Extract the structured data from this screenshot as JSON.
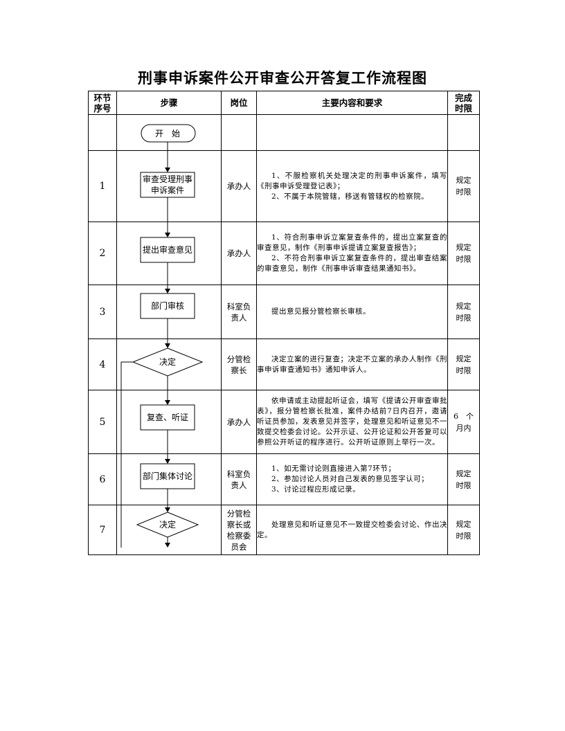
{
  "title": "刑事申诉案件公开审查公开答复工作流程图",
  "headers": {
    "seq": [
      "环节",
      "序号"
    ],
    "step": "步骤",
    "post": "岗位",
    "content": "主要内容和要求",
    "time": [
      "完成",
      "时限"
    ]
  },
  "start_label": "开　始",
  "rows": [
    {
      "num": "1",
      "step": [
        "审查受理刑事",
        "申诉案件"
      ],
      "shape": "box",
      "post": [
        "承办人"
      ],
      "content": [
        "1、不服检察机关处理决定的刑事申诉案件，填写《刑事申诉受理登记表》；",
        "2、不属于本院管辖，移送有管辖权的检察院。"
      ],
      "time": [
        "规定",
        "时限"
      ]
    },
    {
      "num": "2",
      "step": [
        "提出审查意见"
      ],
      "shape": "box",
      "post": [
        "承办人"
      ],
      "content": [
        "1、符合刑事申诉立案复查条件的，提出立案复查的审查意见，制作《刑事申诉提请立案复查报告》；",
        "2、不符合刑事申诉立案复查条件的，提出审查结案的审查意见，制作《刑事申诉审查结果通知书》。"
      ],
      "time": [
        "规定",
        "时限"
      ]
    },
    {
      "num": "3",
      "step": [
        "部门审核"
      ],
      "shape": "box",
      "post": [
        "科室负",
        "责人"
      ],
      "content": [
        "提出意见报分管检察长审核。"
      ],
      "time": [
        "规定",
        "时限"
      ]
    },
    {
      "num": "4",
      "step": [
        "决定"
      ],
      "shape": "diamond",
      "post": [
        "分管检",
        "察长"
      ],
      "content": [
        "决定立案的进行复查；决定不立案的承办人制作《刑事申诉审查通知书》通知申诉人。"
      ],
      "time": [
        "规定",
        "时限"
      ]
    },
    {
      "num": "5",
      "step": [
        "复查、听证"
      ],
      "shape": "box",
      "post": [
        "承办人"
      ],
      "content": [
        "依申请或主动提起听证会，填写《提请公开审查审批表》，报分管检察长批准，案件办结前7日内召开，邀请听证员参加，发表意见并签字，处理意见和听证意见不一致提交检委会讨论。公开示证、公开论证和公开答复可以参照公开听证的程序进行。公开听证原则上举行一次。"
      ],
      "time": [
        "6　个",
        "月内"
      ]
    },
    {
      "num": "6",
      "step": [
        "部门集体讨论"
      ],
      "shape": "box",
      "post": [
        "科室负",
        "责人"
      ],
      "content": [
        "1、如无需讨论则直接进入第7环节；",
        "2、参加讨论人员对自己发表的意见签字认可；",
        "3、讨论过程应形成记录。"
      ],
      "time": [
        "规定",
        "时限"
      ]
    },
    {
      "num": "7",
      "step": [
        "决定"
      ],
      "shape": "diamond",
      "post": [
        "分管检",
        "察长或",
        "检察委",
        "员会"
      ],
      "content": [
        "处理意见和听证意见不一致提交检委会讨论、作出决定。"
      ],
      "time": [
        "规定",
        "时限"
      ]
    }
  ]
}
